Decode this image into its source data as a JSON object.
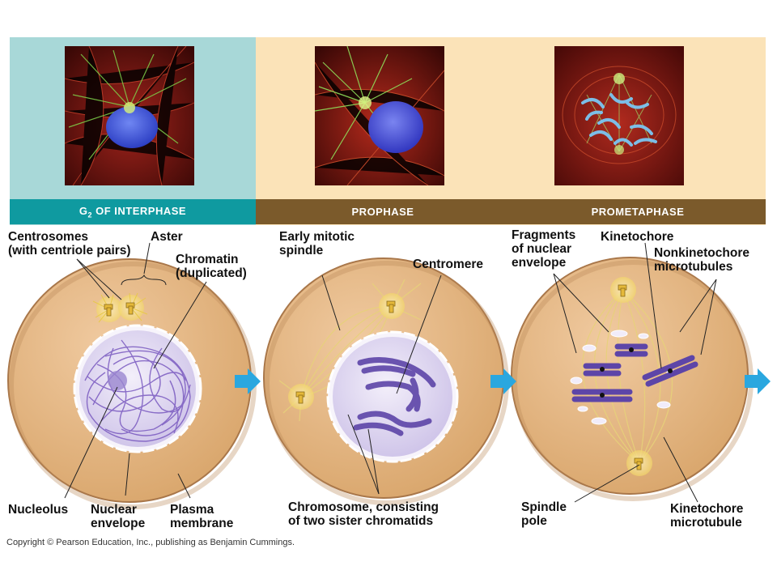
{
  "stages": [
    {
      "name_main": "G",
      "name_sub": "2",
      "name_rest": " OF INTERPHASE",
      "band_color": "#0f9aa0",
      "bg_color": "#a8d8d8"
    },
    {
      "name_main": "PROPHASE",
      "band_color": "#7b5a2b",
      "bg_color": "#fbe3b8"
    },
    {
      "name_main": "PROMETAPHASE",
      "band_color": "#7b5a2b",
      "bg_color": "#fbe3b8"
    }
  ],
  "labels": {
    "centrosomes": [
      "Centrosomes",
      "(with centriole pairs)"
    ],
    "aster": [
      "Aster"
    ],
    "chromatin": [
      "Chromatin",
      "(duplicated)"
    ],
    "nucleolus": [
      "Nucleolus"
    ],
    "nuclear_envelope": [
      "Nuclear",
      "envelope"
    ],
    "plasma_membrane": [
      "Plasma",
      "membrane"
    ],
    "early_spindle": [
      "Early mitotic",
      "spindle"
    ],
    "centromere": [
      "Centromere"
    ],
    "chromosome": [
      "Chromosome, consisting",
      "of two sister chromatids"
    ],
    "fragments": [
      "Fragments",
      "of nuclear",
      "envelope"
    ],
    "kinetochore": [
      "Kinetochore"
    ],
    "nonkinetochore": [
      "Nonkinetochore",
      "microtubules"
    ],
    "spindle_pole": [
      "Spindle",
      "pole"
    ],
    "kinetochore_mt": [
      "Kinetochore",
      "microtubule"
    ]
  },
  "colors": {
    "cell_fill": "#e2b27c",
    "cell_edge": "#a9774a",
    "nucleus_fill": "#e6e0f3",
    "chromosome": "#6a4fb0",
    "arrow": "#2aa7df",
    "spindle": "#e7d27a"
  },
  "copyright": "Copyright © Pearson Education, Inc., publishing as Benjamin Cummings."
}
